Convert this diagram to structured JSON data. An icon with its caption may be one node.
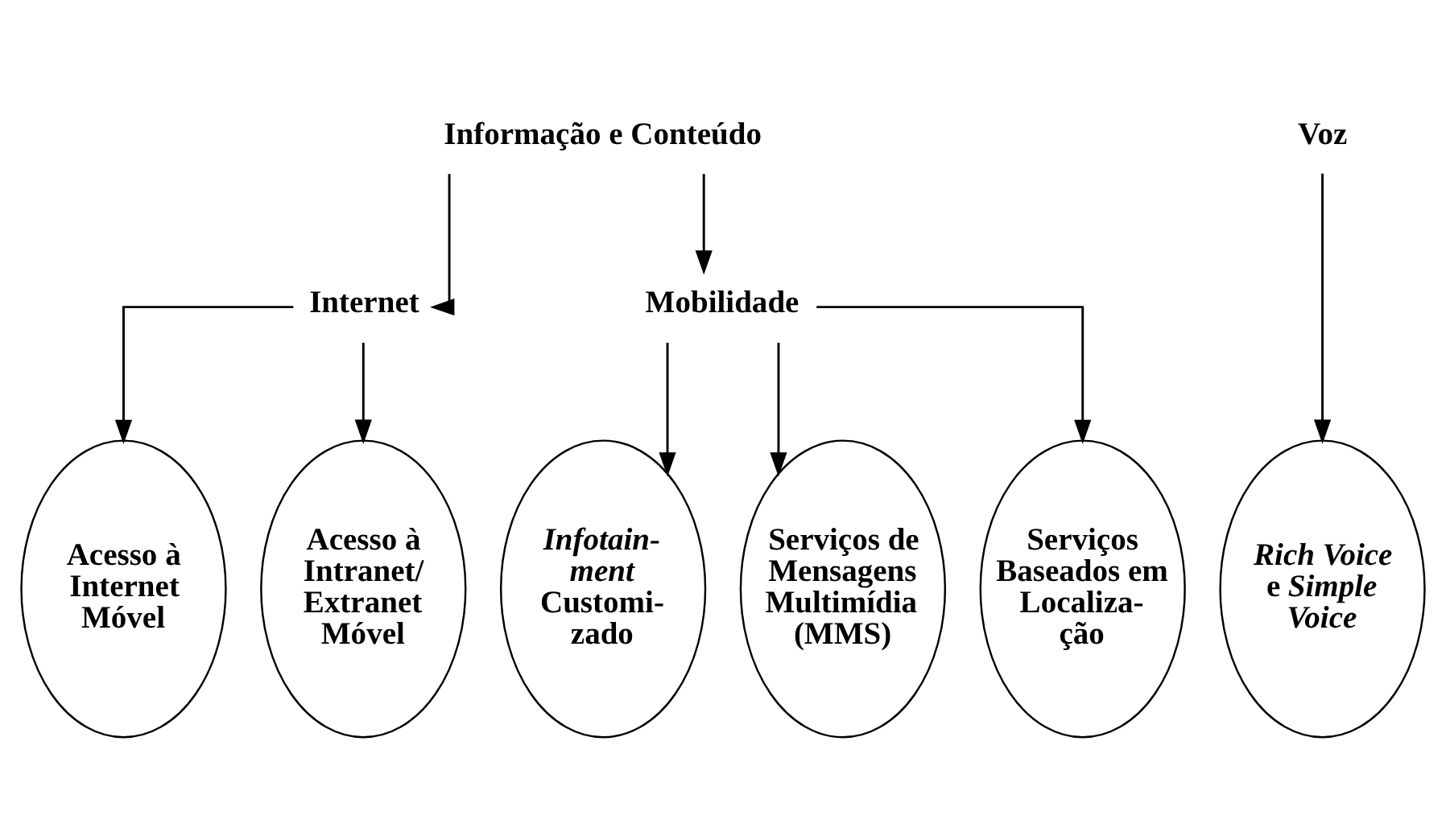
{
  "diagram": {
    "nodes": [
      {
        "text": [
          "Informação e Conteúdo"
        ]
      },
      {
        "text": [
          "Voz"
        ]
      },
      {
        "text": [
          "Internet"
        ]
      },
      {
        "text": [
          "Mobilidade"
        ]
      },
      {
        "text": [
          "Acesso à Internet Móvel"
        ]
      },
      {
        "text": [
          "Acesso à Intranet/ Extranet Móvel"
        ]
      },
      {
        "text": [
          "*Infotain- ment* Customi- zado"
        ]
      },
      {
        "text": [
          "Serviços de Mensagens Multimídia (MMS)"
        ]
      },
      {
        "text": [
          "Serviços Baseados em Localiza- ção"
        ]
      },
      {
        "text": [
          "*Rich Voice* e *Simple Voice*"
        ]
      }
    ],
    "edges": [
      {
        "from": 0,
        "to": 2,
        "arrow": "to"
      },
      {
        "from": 0,
        "to": 3,
        "arrow": "to"
      },
      {
        "from": 1,
        "to": 9,
        "arrow": "to"
      },
      {
        "from": 2,
        "to": 4,
        "arrow": "to"
      },
      {
        "from": 2,
        "to": 5,
        "arrow": "to"
      },
      {
        "from": 3,
        "to": 6,
        "arrow": "to"
      },
      {
        "from": 3,
        "to": 7,
        "arrow": "to"
      },
      {
        "from": 3,
        "to": 8,
        "arrow": "to"
      }
    ]
  }
}
